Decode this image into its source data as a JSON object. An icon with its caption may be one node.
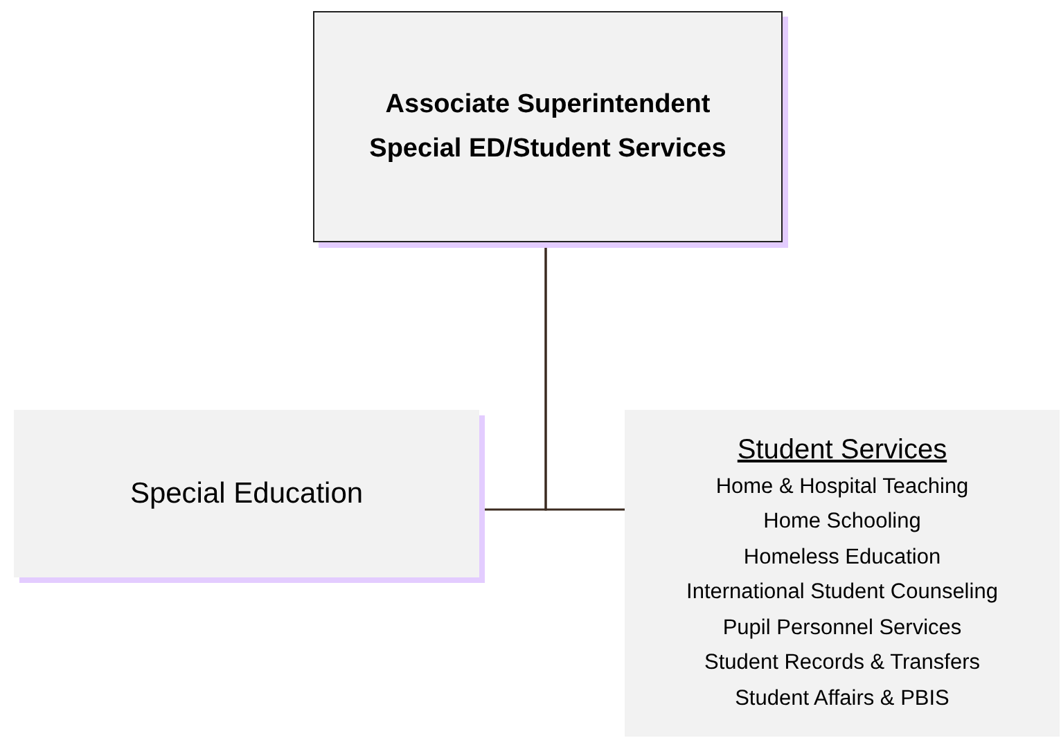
{
  "diagram": {
    "nodes": [
      {
        "text": [
          "Associate Superintendent Special ED/Student Services"
        ]
      },
      {
        "text": [
          "Special Education"
        ]
      },
      {
        "text": [
          "Student Services",
          "Home & Hospital Teaching",
          "Home Schooling",
          "Homeless Education",
          "International Student Counseling",
          "Pupil Personnel Services",
          "Student Records & Transfers",
          "Student Affairs & PBIS"
        ]
      }
    ],
    "edges": [
      {
        "from": 0,
        "to": 1,
        "arrow": "none"
      },
      {
        "from": 0,
        "to": 2,
        "arrow": "none"
      }
    ]
  }
}
